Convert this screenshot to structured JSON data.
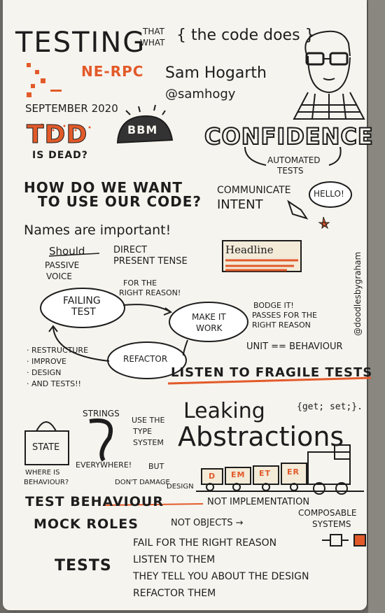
{
  "title": {
    "main": "TESTING",
    "that": "THAT",
    "what": "WHAT",
    "brace": "{ the code does }"
  },
  "event": {
    "name": "NE-RPC",
    "date": "SEPTEMBER 2020"
  },
  "speaker": {
    "name": "Sam Hogarth",
    "handle": "@samhogy"
  },
  "tdd": {
    "tdd": "TDD",
    "is_dead": "IS DEAD?",
    "bbm": "BBM"
  },
  "confidence": {
    "word": "CONFIDENCE",
    "automated": "AUTOMATED",
    "tests": "TESTS"
  },
  "how": {
    "line1": "HOW DO WE WANT",
    "line2": "TO USE OUR CODE?"
  },
  "communicate": {
    "line1": "COMMUNICATE",
    "line2": "INTENT",
    "hello": "HELLO!"
  },
  "names": {
    "heading": "Names are important!",
    "should": "Should",
    "passive": "PASSIVE",
    "voice": "VOICE",
    "direct": "DIRECT",
    "present": "PRESENT TENSE",
    "headline": "Headline"
  },
  "cycle": {
    "failing1": "FAILING",
    "failing2": "TEST",
    "reason1": "FOR THE",
    "reason2": "RIGHT REASON!",
    "make1": "MAKE IT",
    "make2": "WORK",
    "bodge1": "BODGE IT!",
    "bodge2": "PASSES FOR THE",
    "bodge3": "RIGHT REASON",
    "refactor": "REFACTOR",
    "unit": "UNIT == BEHAVIOUR",
    "bullets": [
      "· RESTRUCTURE",
      "· IMPROVE",
      "· DESIGN",
      "· AND TESTS!!"
    ]
  },
  "fragile": "LISTEN TO FRAGILE TESTS",
  "credit": "@doodlesbygraham",
  "leaking": {
    "strings": "STRINGS",
    "use1": "USE THE",
    "use2": "TYPE",
    "use3": "SYSTEM",
    "everywhere": "EVERYWHERE!",
    "but": "BUT",
    "dont": "DON'T DAMAGE",
    "design": "DESIGN",
    "state": "STATE",
    "where1": "WHERE IS",
    "where2": "BEHAVIOUR?",
    "getset": "{get; set;}.",
    "leaking": "Leaking",
    "abstractions": "Abstractions",
    "cars": [
      "D",
      "EM",
      "ET",
      "ER"
    ]
  },
  "behaviour": {
    "test_behaviour": "TEST BEHAVIOUR",
    "not_impl": "NOT IMPLEMENTATION",
    "mock_roles": "MOCK ROLES",
    "not_objects": "NOT OBJECTS →",
    "composable1": "COMPOSABLE",
    "composable2": "SYSTEMS"
  },
  "tests": {
    "label": "TESTS",
    "items": [
      "FAIL FOR THE RIGHT REASON",
      "LISTEN TO THEM",
      "THEY TELL YOU ABOUT THE DESIGN",
      "REFACTOR THEM"
    ]
  },
  "colors": {
    "accent": "#e25a2a",
    "ink": "#1d1d1d",
    "paper": "#f6f4ee"
  }
}
